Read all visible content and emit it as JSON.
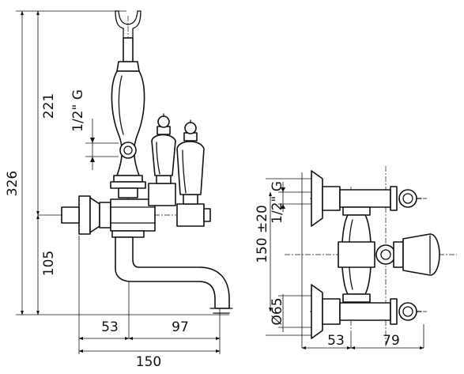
{
  "drawing": {
    "side_view": {
      "dim_total_height": "326",
      "dim_upper_height": "221",
      "dim_lower_height": "105",
      "dim_thread": "1/2\" G",
      "dim_left_width": "53",
      "dim_right_width": "97",
      "dim_total_width": "150"
    },
    "top_view": {
      "dim_thread": "1/2\" G",
      "dim_center_distance": "150 ±20",
      "dim_diameter": "Ø65",
      "dim_left_width": "53",
      "dim_right_width": "79"
    }
  }
}
